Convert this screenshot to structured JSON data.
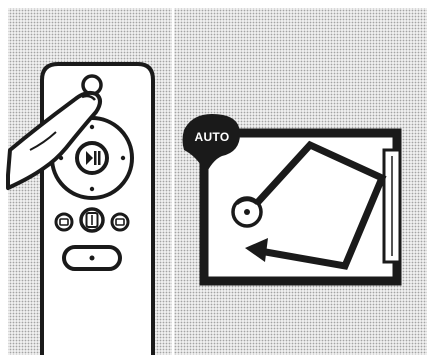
{
  "auto_badge": {
    "label": "AUTO"
  },
  "colors": {
    "ink": "#1a1a1a",
    "paper": "#eeeeee",
    "dot": "#a4a4a4"
  },
  "icons": [
    "remote-control",
    "hand-pointing",
    "play-pause-icon",
    "robot-vacuum",
    "cleaning-path",
    "charging-dock"
  ]
}
